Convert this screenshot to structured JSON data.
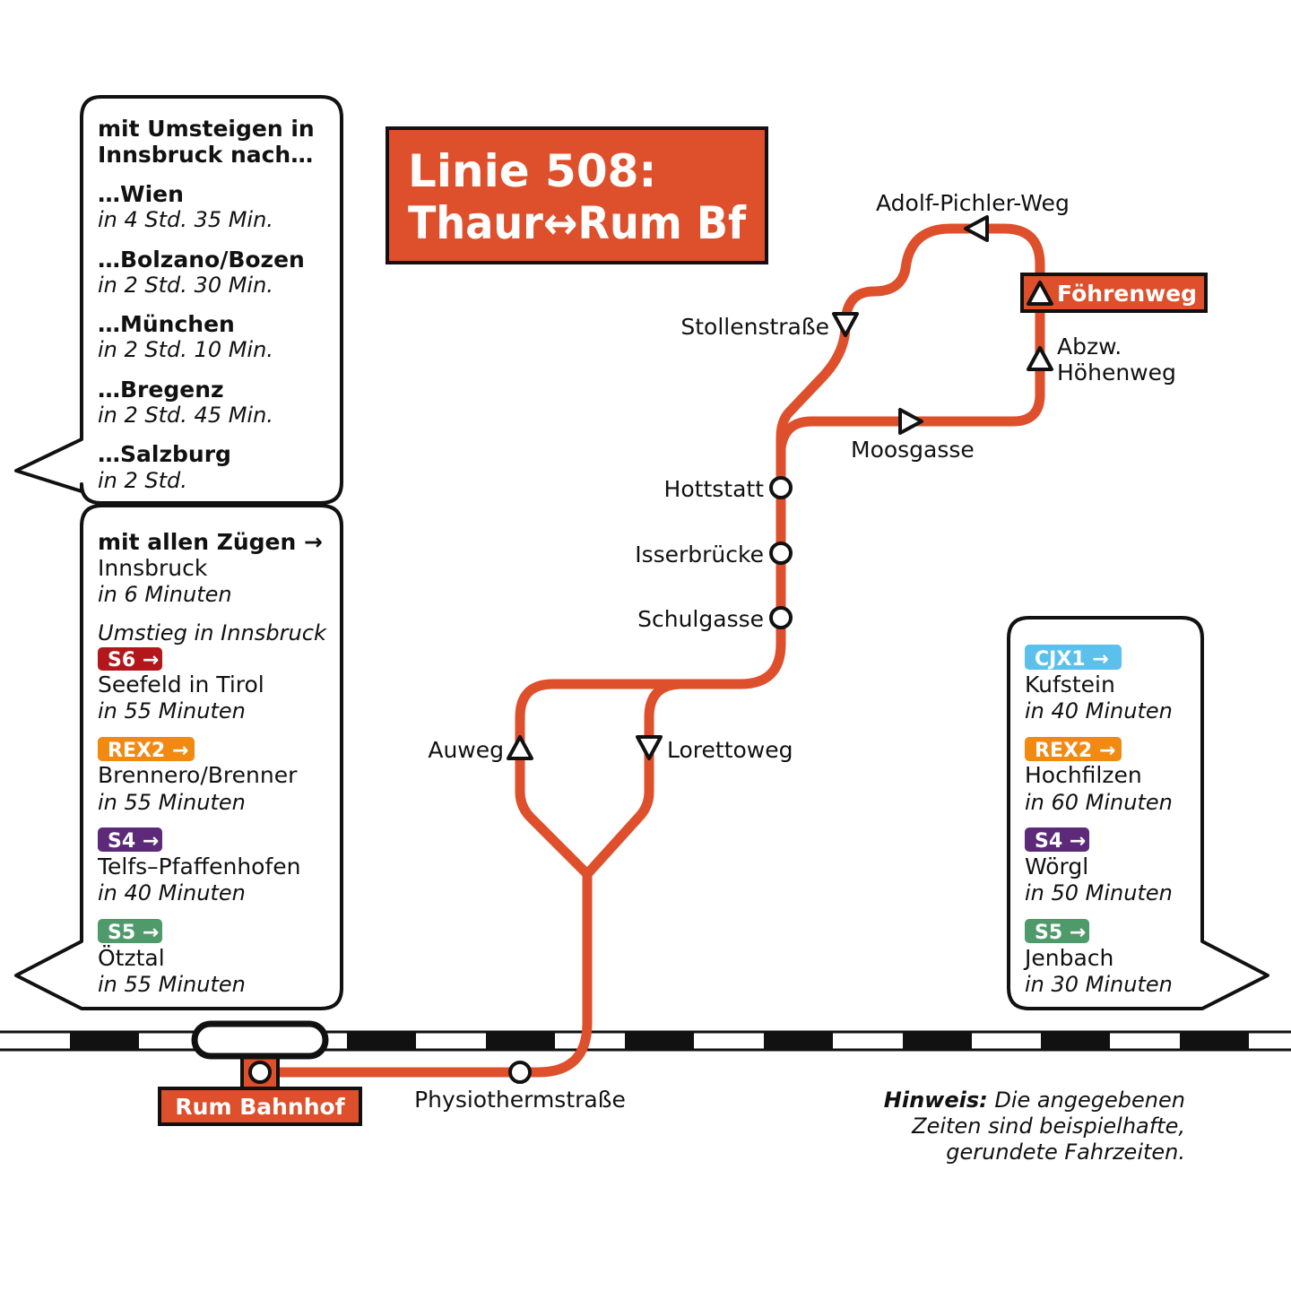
{
  "header": {
    "line1": "Linie 508:",
    "line2": "Thaur↔Rum Bf"
  },
  "colors": {
    "route": "#de4f2c",
    "outline": "#111111",
    "S6": "#b3171c",
    "REX2": "#f08a12",
    "S4": "#5d2a7a",
    "S5": "#4f9a6a",
    "CJX1": "#5bc0eb"
  },
  "stops": {
    "adolf": "Adolf-Pichler-Weg",
    "foehrenweg": "Föhrenweg",
    "abzw_1": "Abzw.",
    "abzw_2": "Höhenweg",
    "stollen": "Stollenstraße",
    "moosgasse": "Moosgasse",
    "hottstatt": "Hottstatt",
    "isser": "Isserbrücke",
    "schulgasse": "Schulgasse",
    "auweg": "Auweg",
    "loretto": "Lorettoweg",
    "physio": "Physiothermstraße",
    "rum": "Rum Bahnhof"
  },
  "box_top": {
    "title_1": "mit Umsteigen in",
    "title_2": "Innsbruck nach…",
    "items": [
      {
        "dest": "…Wien",
        "time": "in 4 Std. 35 Min."
      },
      {
        "dest": "…Bolzano/Bozen",
        "time": "in 2 Std. 30 Min."
      },
      {
        "dest": "…München",
        "time": "in 2 Std. 10 Min."
      },
      {
        "dest": "…Bregenz",
        "time": "in 2 Std. 45 Min."
      },
      {
        "dest": "…Salzburg",
        "time": "in 2 Std."
      }
    ]
  },
  "box_left": {
    "head": "mit allen Zügen →",
    "dest": "Innsbruck",
    "time": "in 6 Minuten",
    "transfer": "Umstieg in Innsbruck",
    "items": [
      {
        "badge": "S6 →",
        "dest": "Seefeld in Tirol",
        "time": "in 55 Minuten"
      },
      {
        "badge": "REX2 →",
        "dest": "Brennero/Brenner",
        "time": "in 55 Minuten"
      },
      {
        "badge": "S4 →",
        "dest": "Telfs–Pfaffenhofen",
        "time": "in 40 Minuten"
      },
      {
        "badge": "S5 →",
        "dest": "Ötztal",
        "time": "in 55 Minuten"
      }
    ]
  },
  "box_right": {
    "items": [
      {
        "badge": "CJX1 →",
        "dest": "Kufstein",
        "time": "in 40 Minuten"
      },
      {
        "badge": "REX2 →",
        "dest": "Hochfilzen",
        "time": "in 60 Minuten"
      },
      {
        "badge": "S4 →",
        "dest": "Wörgl",
        "time": "in 50 Minuten"
      },
      {
        "badge": "S5 →",
        "dest": "Jenbach",
        "time": "in 30 Minuten"
      }
    ]
  },
  "note": {
    "bold": "Hinweis:",
    "line1": " Die angegebenen",
    "line2": "Zeiten sind beispielhafte,",
    "line3": "gerundete Fahrzeiten."
  }
}
